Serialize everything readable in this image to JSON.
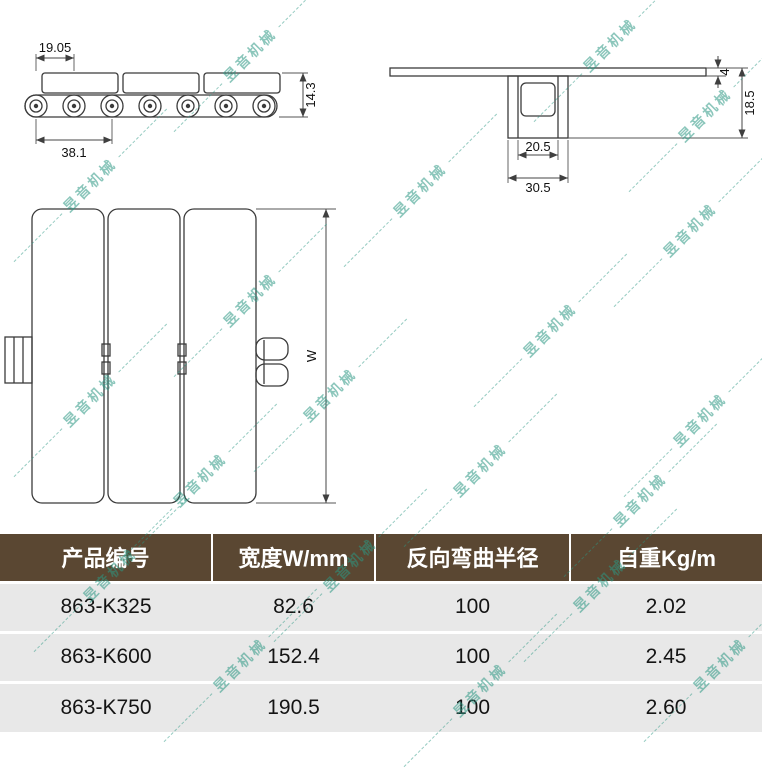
{
  "watermark": {
    "text": "昱音机械",
    "color": "#2c9783"
  },
  "side_view": {
    "dim_pitch": "19.05",
    "dim_double_pitch": "38.1",
    "dim_height": "14.3"
  },
  "section_view": {
    "dim_plate_thickness": "4",
    "dim_total_height": "18.5",
    "dim_inner_width": "20.5",
    "dim_outer_width": "30.5"
  },
  "top_view": {
    "dim_width": "W"
  },
  "table": {
    "headers": [
      "产品编号",
      "宽度W/mm",
      "反向弯曲半径",
      "自重Kg/m"
    ],
    "rows": [
      [
        "863-K325",
        "82.6",
        "100",
        "2.02"
      ],
      [
        "863-K600",
        "152.4",
        "100",
        "2.45"
      ],
      [
        "863-K750",
        "190.5",
        "100",
        "2.60"
      ]
    ],
    "header_bg": "#5a4732",
    "row_bg": "#e8e8e8"
  }
}
